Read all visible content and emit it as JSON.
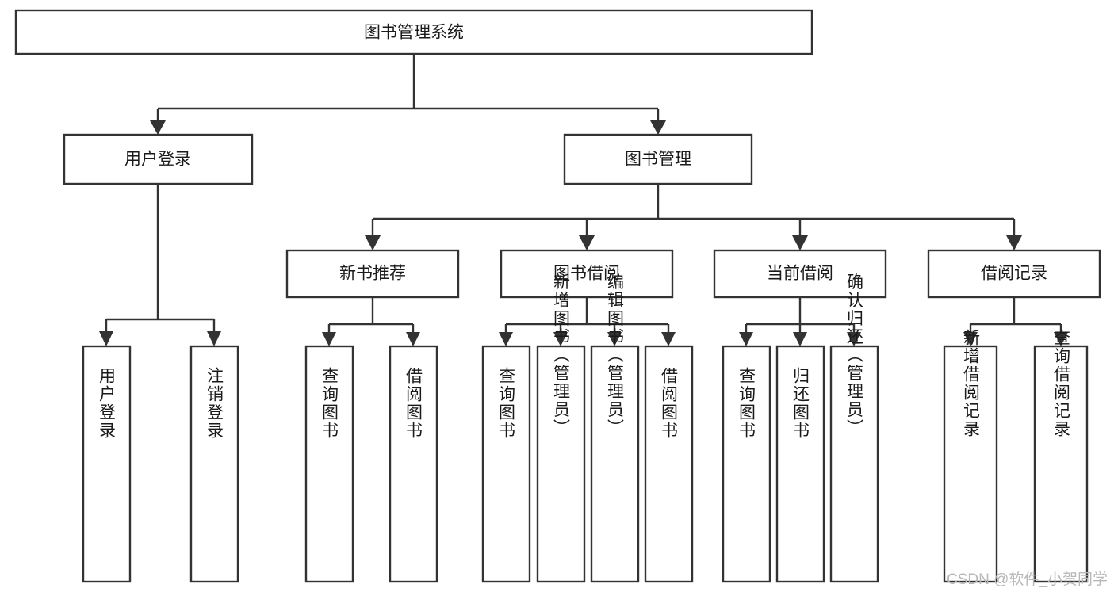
{
  "diagram": {
    "type": "tree-hierarchy",
    "title": "图书管理系统",
    "colors": {
      "stroke": "#333333",
      "fill": "#ffffff",
      "text": "#1a1a1a",
      "background": "#ffffff",
      "watermark": "#b8b8b8"
    },
    "root": {
      "label": "图书管理系统",
      "orientation": "horizontal"
    },
    "level2": [
      {
        "id": "user-login",
        "label": "用户登录",
        "orientation": "horizontal"
      },
      {
        "id": "book-management",
        "label": "图书管理",
        "orientation": "horizontal"
      }
    ],
    "level3": [
      {
        "id": "new-book-recommend",
        "label": "新书推荐",
        "orientation": "horizontal",
        "parent": "book-management"
      },
      {
        "id": "book-borrow",
        "label": "图书借阅",
        "orientation": "horizontal",
        "parent": "book-management"
      },
      {
        "id": "current-borrow",
        "label": "当前借阅",
        "orientation": "horizontal",
        "parent": "book-management"
      },
      {
        "id": "borrow-record",
        "label": "借阅记录",
        "orientation": "horizontal",
        "parent": "book-management"
      }
    ],
    "leaves": {
      "user-login": [
        {
          "id": "leaf-user-login",
          "label": "用户登录",
          "orientation": "vertical"
        },
        {
          "id": "leaf-user-logout",
          "label": "注销登录",
          "orientation": "vertical"
        }
      ],
      "new-book-recommend": [
        {
          "id": "leaf-query-book-1",
          "label": "查询图书",
          "orientation": "vertical"
        },
        {
          "id": "leaf-borrow-book-1",
          "label": "借阅图书",
          "orientation": "vertical"
        }
      ],
      "book-borrow": [
        {
          "id": "leaf-query-book-2",
          "label": "查询图书",
          "orientation": "vertical"
        },
        {
          "id": "leaf-add-book",
          "label": "新增图书（管理员）",
          "orientation": "vertical"
        },
        {
          "id": "leaf-edit-book",
          "label": "编辑图书（管理员）",
          "orientation": "vertical"
        },
        {
          "id": "leaf-borrow-book-2",
          "label": "借阅图书",
          "orientation": "vertical"
        }
      ],
      "current-borrow": [
        {
          "id": "leaf-query-book-3",
          "label": "查询图书",
          "orientation": "vertical"
        },
        {
          "id": "leaf-return-book",
          "label": "归还图书",
          "orientation": "vertical"
        },
        {
          "id": "leaf-confirm-return",
          "label": "确认归还（管理员）",
          "orientation": "vertical"
        }
      ],
      "borrow-record": [
        {
          "id": "leaf-add-record",
          "label": "新增借阅记录",
          "orientation": "vertical"
        },
        {
          "id": "leaf-query-record",
          "label": "查询借阅记录",
          "orientation": "vertical"
        }
      ]
    }
  },
  "watermark": {
    "text": "CSDN @软件_小贺同学"
  }
}
